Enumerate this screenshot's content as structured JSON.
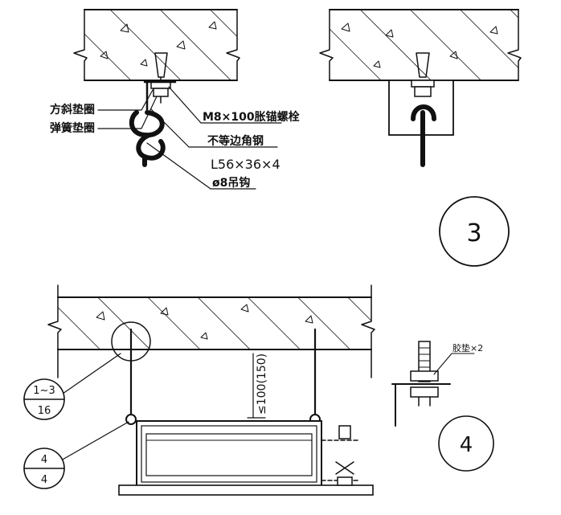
{
  "labels": {
    "square_washer": "方斜垫圈",
    "spring_washer": "弹簧垫圈",
    "expansion_bolt": "M8×100胀锚螺栓",
    "angle_steel": "不等边角钢",
    "angle_steel_size": "L56×36×4",
    "hook": "ø8吊钩",
    "detail_3": "3",
    "detail_4": "4",
    "distance": "≤100(150)",
    "ref1_top": "1~3",
    "ref1_bottom": "16",
    "ref2_top": "4",
    "ref2_bottom": "4",
    "washer_note": "胶垫×2"
  },
  "colors": {
    "ink": "#111111",
    "paper": "#ffffff"
  }
}
